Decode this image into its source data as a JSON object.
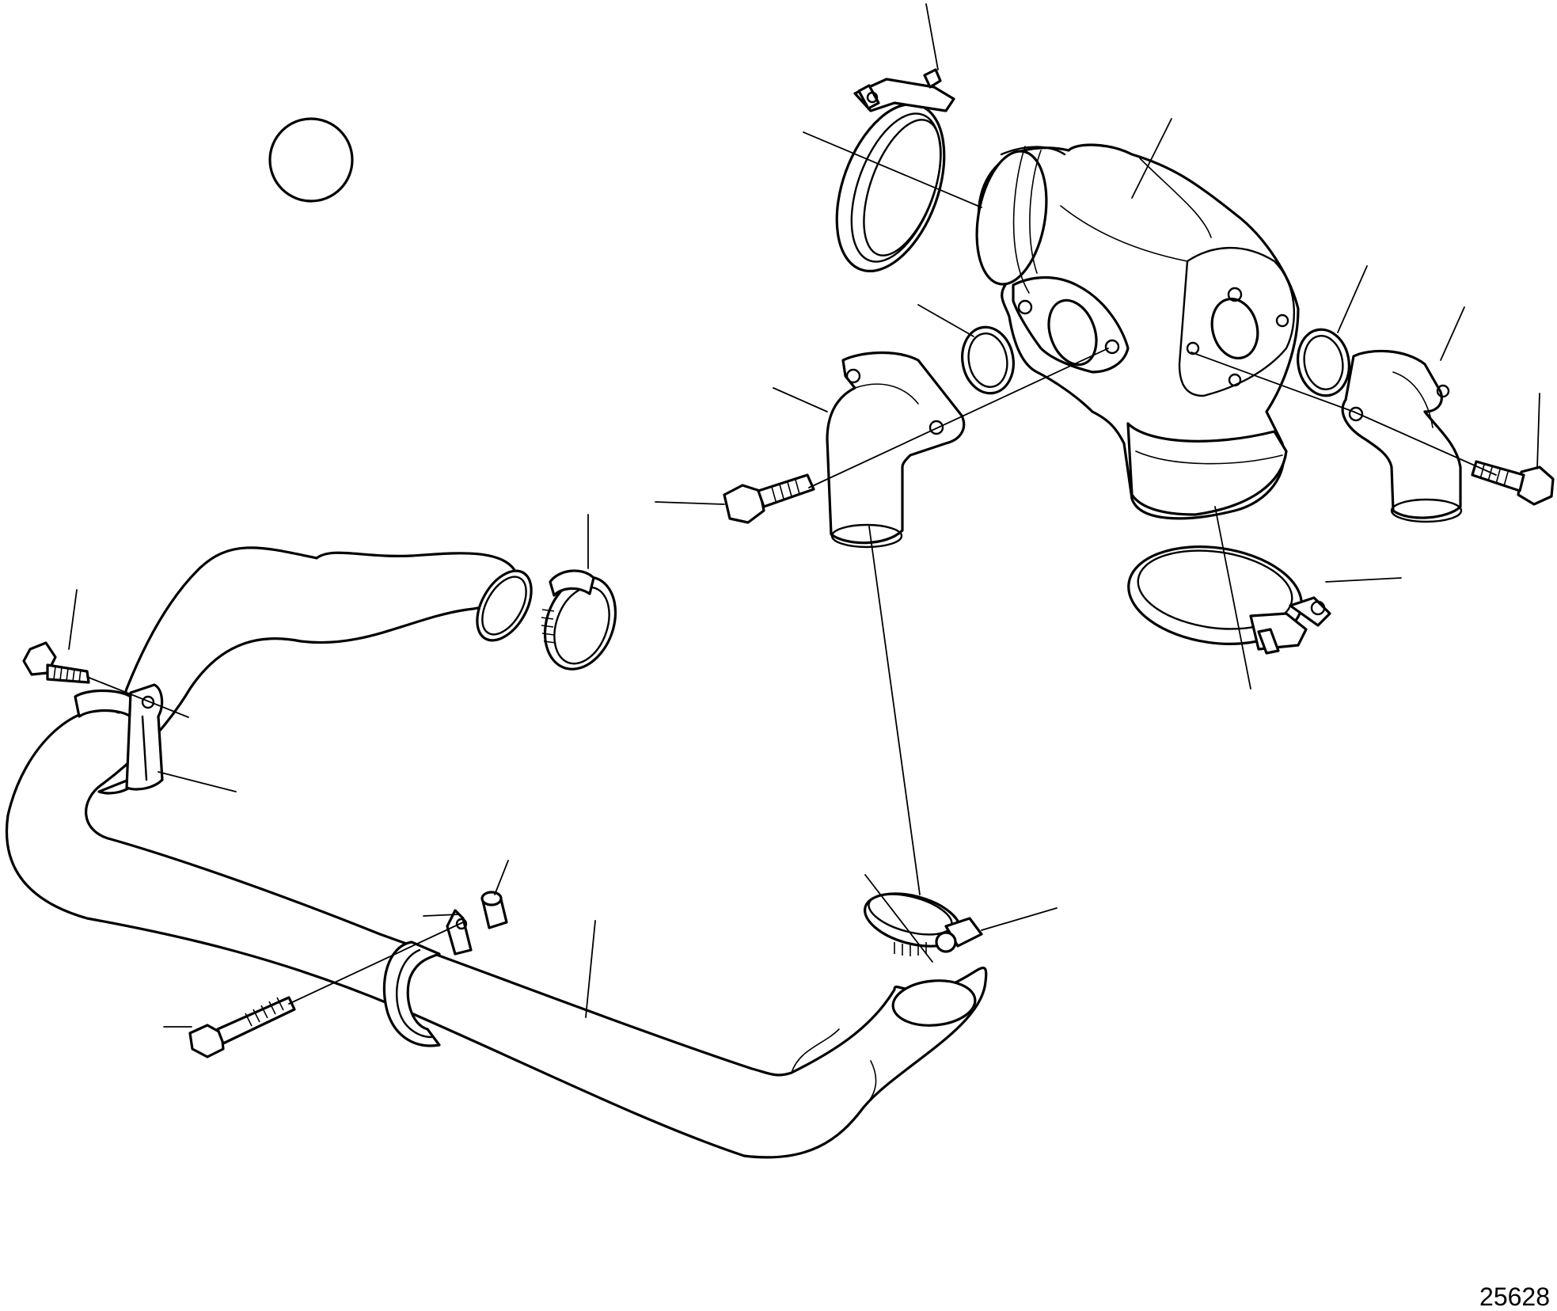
{
  "drawing_number": "25628",
  "colors": {
    "line": "#000000",
    "background": "#ffffff"
  },
  "parts": [
    "reference-circle",
    "coolant-hose-lower",
    "hose-clip",
    "pipe-clamp-upper",
    "pipe-clamp-lower",
    "spacer-bushing",
    "flange-bolt",
    "hose-clamp-small",
    "hose-clamp-center",
    "elbow-connector-left",
    "elbow-connector-right",
    "o-ring",
    "thermostat-housing",
    "v-band-clamp-top",
    "v-band-clamp-bottom"
  ]
}
